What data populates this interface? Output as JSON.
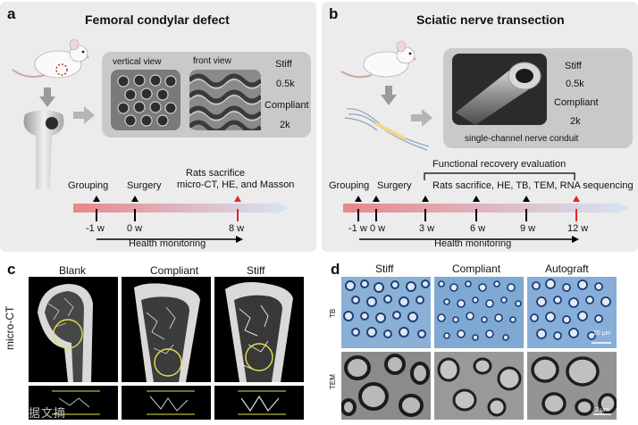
{
  "panel_a": {
    "label": "a",
    "title": "Femoral condylar defect",
    "view_vertical": "vertical view",
    "view_front": "front view",
    "stiff": "Stiff",
    "stiff_val": "0.5k",
    "compliant": "Compliant",
    "compliant_val": "2k",
    "events": {
      "grouping": "Grouping",
      "surgery": "Surgery",
      "sacrifice_1": "Rats sacrifice",
      "sacrifice_2": "micro-CT, HE, and Masson"
    },
    "times": [
      "-1 w",
      "0 w",
      "8 w"
    ],
    "health": "Health monitoring"
  },
  "panel_b": {
    "label": "b",
    "title": "Sciatic nerve transection",
    "stiff": "Stiff",
    "stiff_val": "0.5k",
    "compliant": "Compliant",
    "compliant_val": "2k",
    "conduit": "single-channel nerve conduit",
    "functional": "Functional recovery evaluation",
    "events": {
      "grouping": "Grouping",
      "surgery": "Surgery",
      "sacrifice": "Rats sacrifice, HE, TB, TEM, RNA sequencing"
    },
    "times": [
      "-1 w",
      "0 w",
      "3 w",
      "6 w",
      "9 w",
      "12 w"
    ],
    "health": "Health monitoring"
  },
  "panel_c": {
    "label": "c",
    "columns": [
      "Blank",
      "Compliant",
      "Stiff"
    ],
    "row_label": "micro-CT"
  },
  "panel_d": {
    "label": "d",
    "columns": [
      "Stiff",
      "Compliant",
      "Autograft"
    ],
    "rows": [
      "TB",
      "TEM"
    ],
    "scale_tb": "20 μm",
    "scale_tem": "2 μm"
  },
  "watermark": "大数据文摘"
}
